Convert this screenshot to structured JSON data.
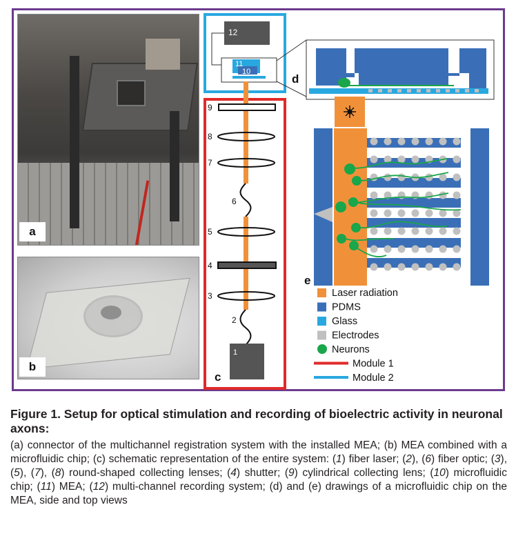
{
  "panels": {
    "a": "a",
    "b": "b",
    "c": "c",
    "d": "d",
    "e": "e"
  },
  "components": {
    "n1": "1",
    "n2": "2",
    "n3": "3",
    "n4": "4",
    "n5": "5",
    "n6": "6",
    "n7": "7",
    "n8": "8",
    "n9": "9",
    "n10": "10",
    "n11": "11",
    "n12": "12"
  },
  "legend": [
    {
      "label": "Laser radiation",
      "color": "#f0913a",
      "shape": "square"
    },
    {
      "label": "PDMS",
      "color": "#3a6fb7",
      "shape": "square"
    },
    {
      "label": "Glass",
      "color": "#29a8e0",
      "shape": "square"
    },
    {
      "label": "Electrodes",
      "color": "#c0c0c0",
      "shape": "square"
    },
    {
      "label": "Neurons",
      "color": "#1aa64a",
      "shape": "circle"
    },
    {
      "label": "Module 1",
      "color": "#e02a2a",
      "shape": "line"
    },
    {
      "label": "Module 2",
      "color": "#29a8e0",
      "shape": "line"
    }
  ],
  "colors": {
    "frame": "#6b3a8d",
    "laser": "#f0913a",
    "pdms": "#3a6fb7",
    "glass": "#29a8e0",
    "electrode": "#c0c0c0",
    "neuron": "#1aa64a",
    "module1": "#e02a2a",
    "module2": "#29a8e0"
  },
  "caption": {
    "title": "Figure 1. Setup for optical stimulation and recording of bioelectric activity in neuronal axons:",
    "parts": [
      {
        "t": "(a) connector of the multichannel registration system with the installed MEA; (b) MEA combined with a microfluidic chip; (c) schematic representation of the entire system: ("
      },
      {
        "t": "1",
        "i": true
      },
      {
        "t": ") fiber laser; ("
      },
      {
        "t": "2",
        "i": true
      },
      {
        "t": "), ("
      },
      {
        "t": "6",
        "i": true
      },
      {
        "t": ") fiber optic; ("
      },
      {
        "t": "3",
        "i": true
      },
      {
        "t": "), ("
      },
      {
        "t": "5",
        "i": true
      },
      {
        "t": "), ("
      },
      {
        "t": "7",
        "i": true
      },
      {
        "t": "), ("
      },
      {
        "t": "8",
        "i": true
      },
      {
        "t": ") round-shaped collecting lenses; ("
      },
      {
        "t": "4",
        "i": true
      },
      {
        "t": ") shutter; ("
      },
      {
        "t": "9",
        "i": true
      },
      {
        "t": ") cylindrical collecting lens; ("
      },
      {
        "t": "10",
        "i": true
      },
      {
        "t": ") microfluidic chip; ("
      },
      {
        "t": "11",
        "i": true
      },
      {
        "t": ") MEA; ("
      },
      {
        "t": "12",
        "i": true
      },
      {
        "t": ") multi-channel recording system; (d) and (e) drawings of a microfluidic chip on the MEA, side and top views"
      }
    ]
  }
}
